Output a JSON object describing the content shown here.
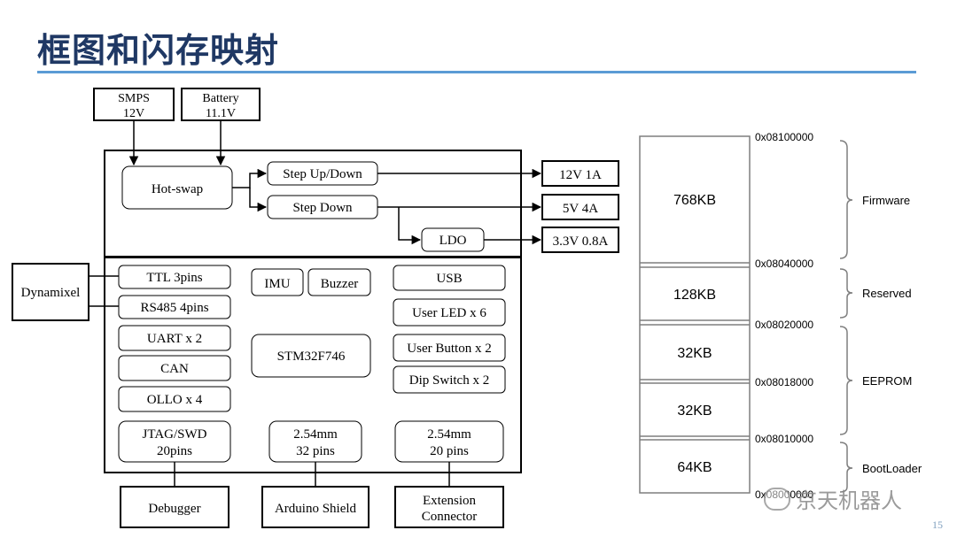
{
  "title": "框图和闪存映射",
  "page_number": "15",
  "watermark": "京天机器人",
  "block_diagram": {
    "inputs": {
      "smps": [
        "SMPS",
        "12V"
      ],
      "battery": [
        "Battery",
        "11.1V"
      ]
    },
    "power": {
      "hotswap": "Hot-swap",
      "stepupdown": "Step Up/Down",
      "stepdown": "Step Down",
      "ldo": "LDO",
      "out_12v": "12V 1A",
      "out_5v": "5V 4A",
      "out_33v": "3.3V 0.8A"
    },
    "dynamixel": "Dynamixel",
    "mcu": {
      "ttl": "TTL 3pins",
      "rs485": "RS485 4pins",
      "uart": "UART x 2",
      "can": "CAN",
      "ollo": "OLLO x 4",
      "jtag": [
        "JTAG/SWD",
        "20pins"
      ],
      "imu": "IMU",
      "buzzer": "Buzzer",
      "stm32": "STM32F746",
      "header32": [
        "2.54mm",
        "32 pins"
      ],
      "usb": "USB",
      "userled": "User LED x 6",
      "userbutton": "User Button x 2",
      "dipswitch": "Dip Switch x 2",
      "header20": [
        "2.54mm",
        "20 pins"
      ]
    },
    "external": {
      "debugger": "Debugger",
      "arduino": "Arduino Shield",
      "extension": [
        "Extension",
        "Connector"
      ]
    }
  },
  "memory_map": {
    "blocks": [
      "768KB",
      "128KB",
      "32KB",
      "32KB",
      "64KB"
    ],
    "addresses": [
      "0x08100000",
      "0x08040000",
      "0x08020000",
      "0x08018000",
      "0x08010000",
      "0x08000000"
    ],
    "regions": [
      "Firmware",
      "Reserved",
      "EEPROM",
      "BootLoader"
    ]
  }
}
